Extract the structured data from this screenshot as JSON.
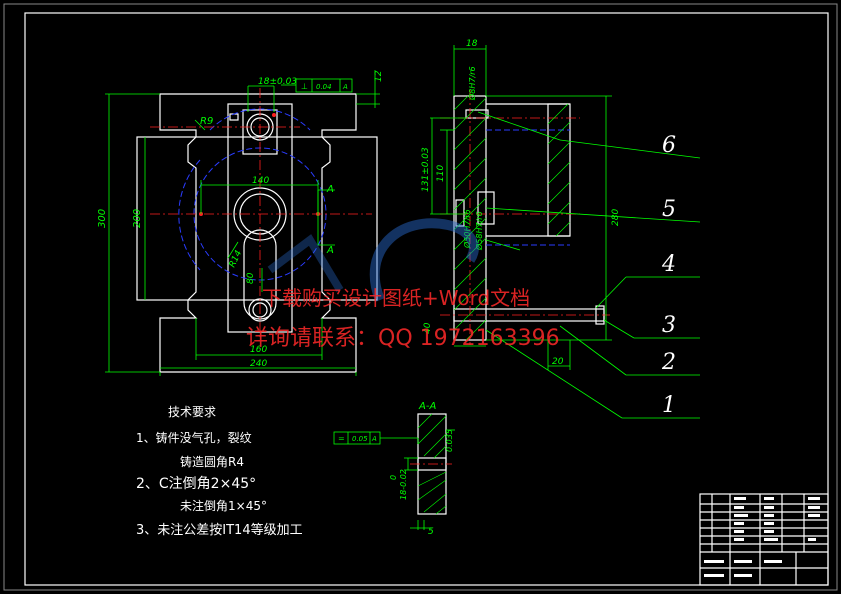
{
  "dims": {
    "top_tol": "18±0.03",
    "gt_flat": "⊥",
    "gt_val": "0.04",
    "gt_ref": "A",
    "top_12": "12",
    "r9": "R9",
    "d140": "140",
    "d300": "300",
    "d200": "200",
    "r14": "R14",
    "d80": "80",
    "d160": "160",
    "d240": "240",
    "secA1": "A",
    "secA2": "A",
    "side_18": "18",
    "side_h7": "Ø8H7/r6",
    "side_131": "131±0.03",
    "side_110": "110",
    "side_h7b": "Ø50H7/r6",
    "side_h7c": "Ø58H7/r6",
    "side_280": "280",
    "side_40": "40",
    "side_20": "20",
    "aa_label": "A-A",
    "aa_gt_sym": "=",
    "aa_gt_val": "0.05",
    "aa_gt_ref": "A",
    "aa_035": "0.035",
    "aa_18": "18-0.02",
    "aa_0": "0",
    "aa_5": "5"
  },
  "callouts": [
    "6",
    "5",
    "4",
    "3",
    "2",
    "1"
  ],
  "notes": {
    "title": "技术要求",
    "line1": "1、铸件没气孔，裂纹",
    "line1b": "铸造圆角R4",
    "line2": "2、C注倒角2×45°",
    "line2b": "未注倒角1×45°",
    "line3": "3、未注公差按IT14等级加工"
  },
  "watermark": {
    "line1": "下载购买设计图纸+Word文档",
    "line2": "详询请联系：QQ 1972163396"
  },
  "colors": {
    "line": "#ffffff",
    "dim": "#00ff00",
    "center": "#ff2020",
    "hidden": "#2a3cff"
  }
}
